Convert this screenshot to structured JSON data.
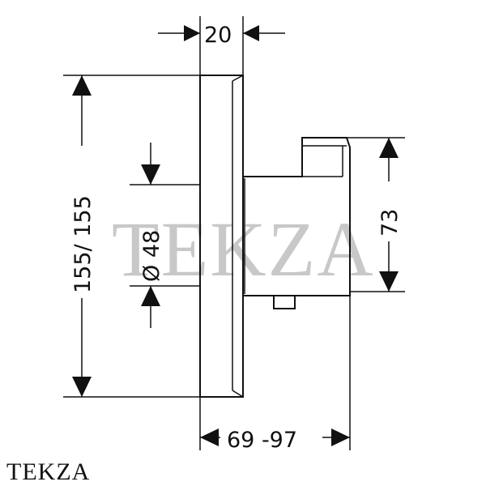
{
  "dimensions": {
    "width_depth": "20",
    "height": "155/ 155",
    "diameter": "Ø 48",
    "module_height": "73",
    "projection": "69 -97"
  },
  "watermark": "TEKZA",
  "brand": "TEKZA"
}
